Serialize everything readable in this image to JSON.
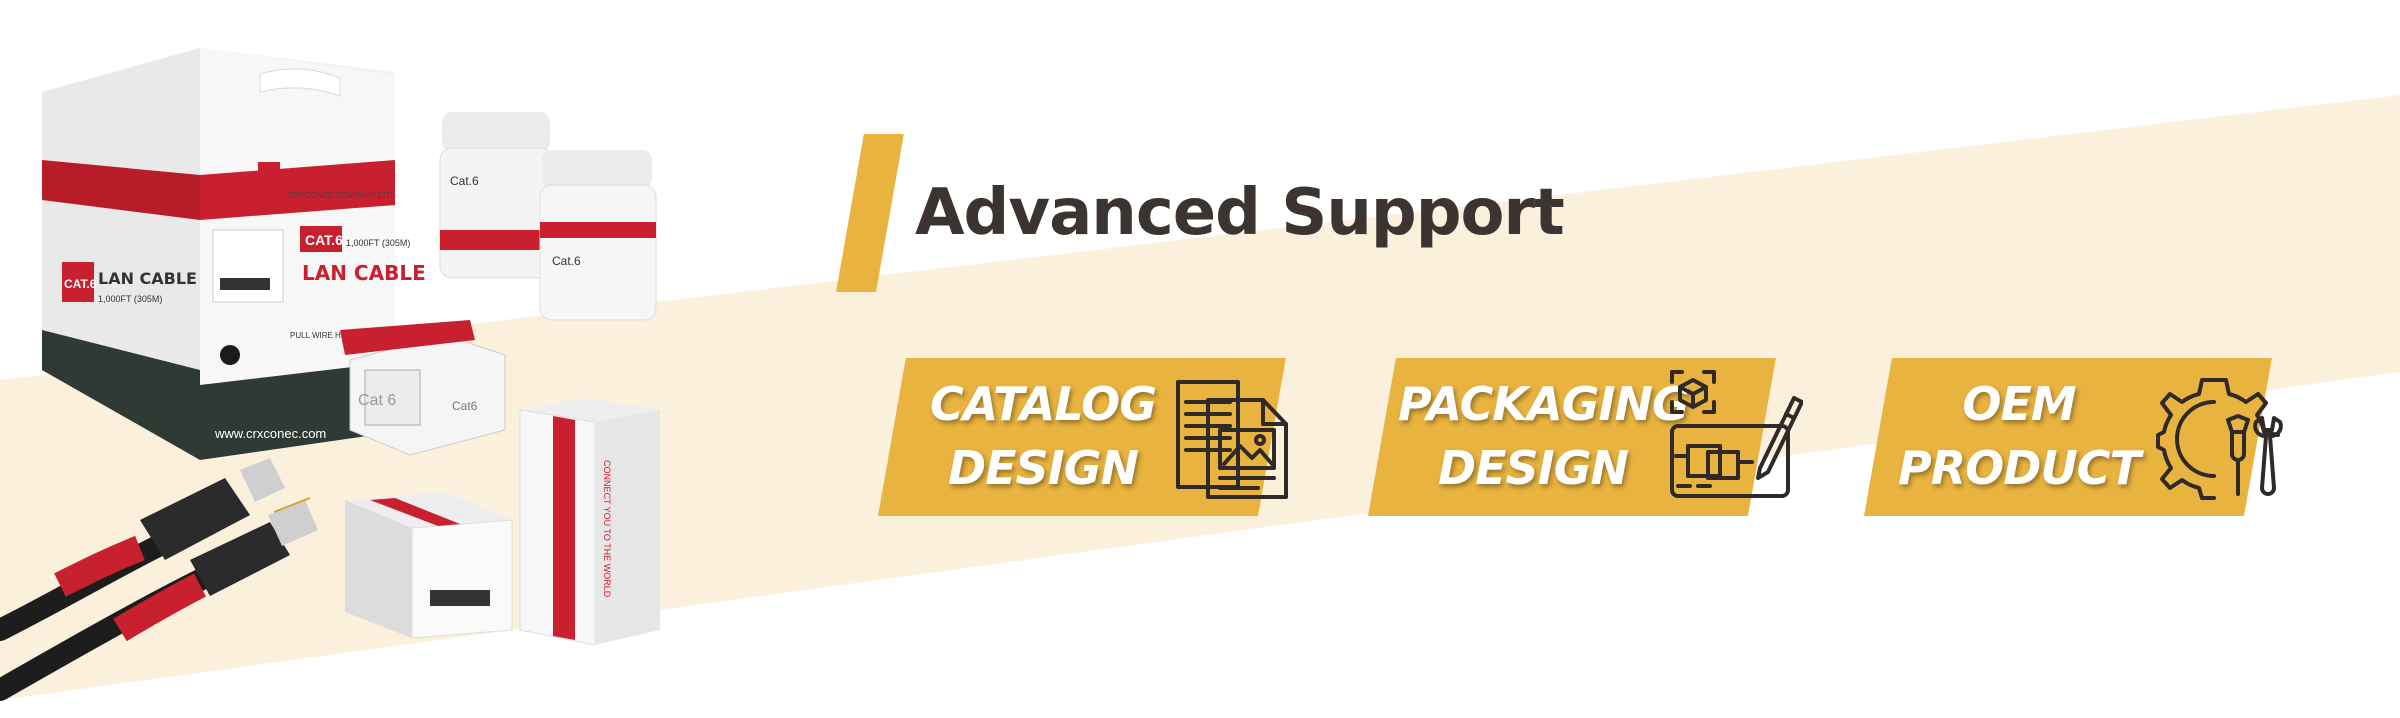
{
  "page": {
    "title": "Advanced Support"
  },
  "cards": [
    {
      "line1": "CATALOG",
      "line2": "DESIGN",
      "icon": "catalog-document-icon"
    },
    {
      "line1": "PACKAGING",
      "line2": "DESIGN",
      "icon": "packaging-design-icon"
    },
    {
      "line1": "OEM",
      "line2": "PRODUCT",
      "icon": "gear-tools-icon"
    }
  ],
  "products": {
    "brand": "CRXCONEC",
    "company": "CRXCONEC COMPANY LTD.",
    "box_cat_badge": "CAT.6",
    "box_badge": "CAT.6",
    "box_length": "1,000FT (305M)",
    "box_length_side": "1,000FT (305M)",
    "box_label": "LAN CABLE",
    "box_label_side": "LAN CABLE",
    "pull_text": "PULL WIRE HERE",
    "website": "www.crxconec.com",
    "jar1_label": "Cat.6",
    "jar2_label": "Cat.6",
    "keystone_label": "Cat 6",
    "keystone_side": "Cat6",
    "slogan": "CONNECT YOU TO THE WORLD"
  },
  "colors": {
    "accent": "#e8b33f",
    "band": "#faf0dc",
    "title_text": "#3b3431",
    "brand_red": "#c8202f",
    "icon_stroke": "#2f2a28"
  }
}
